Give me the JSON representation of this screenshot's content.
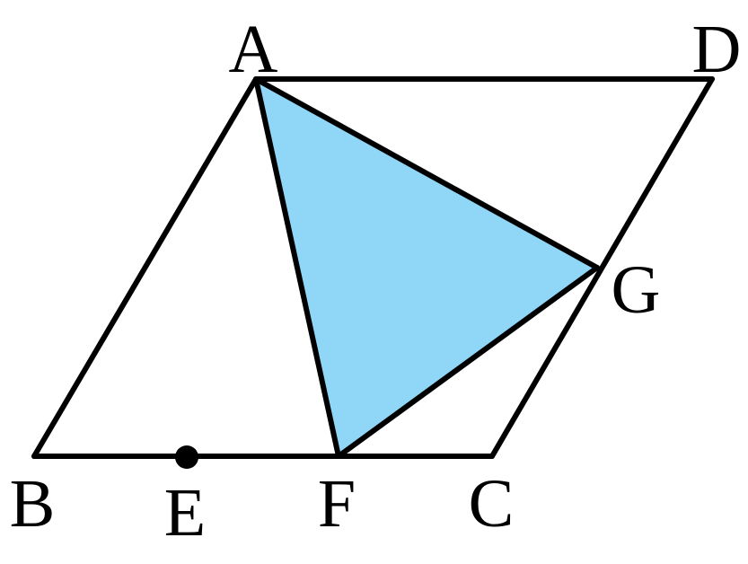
{
  "diagram": {
    "fill_color": "#8fd6f7",
    "line_color": "#000000",
    "labels": {
      "A": "A",
      "B": "B",
      "C": "C",
      "D": "D",
      "E": "E",
      "F": "F",
      "G": "G"
    }
  }
}
